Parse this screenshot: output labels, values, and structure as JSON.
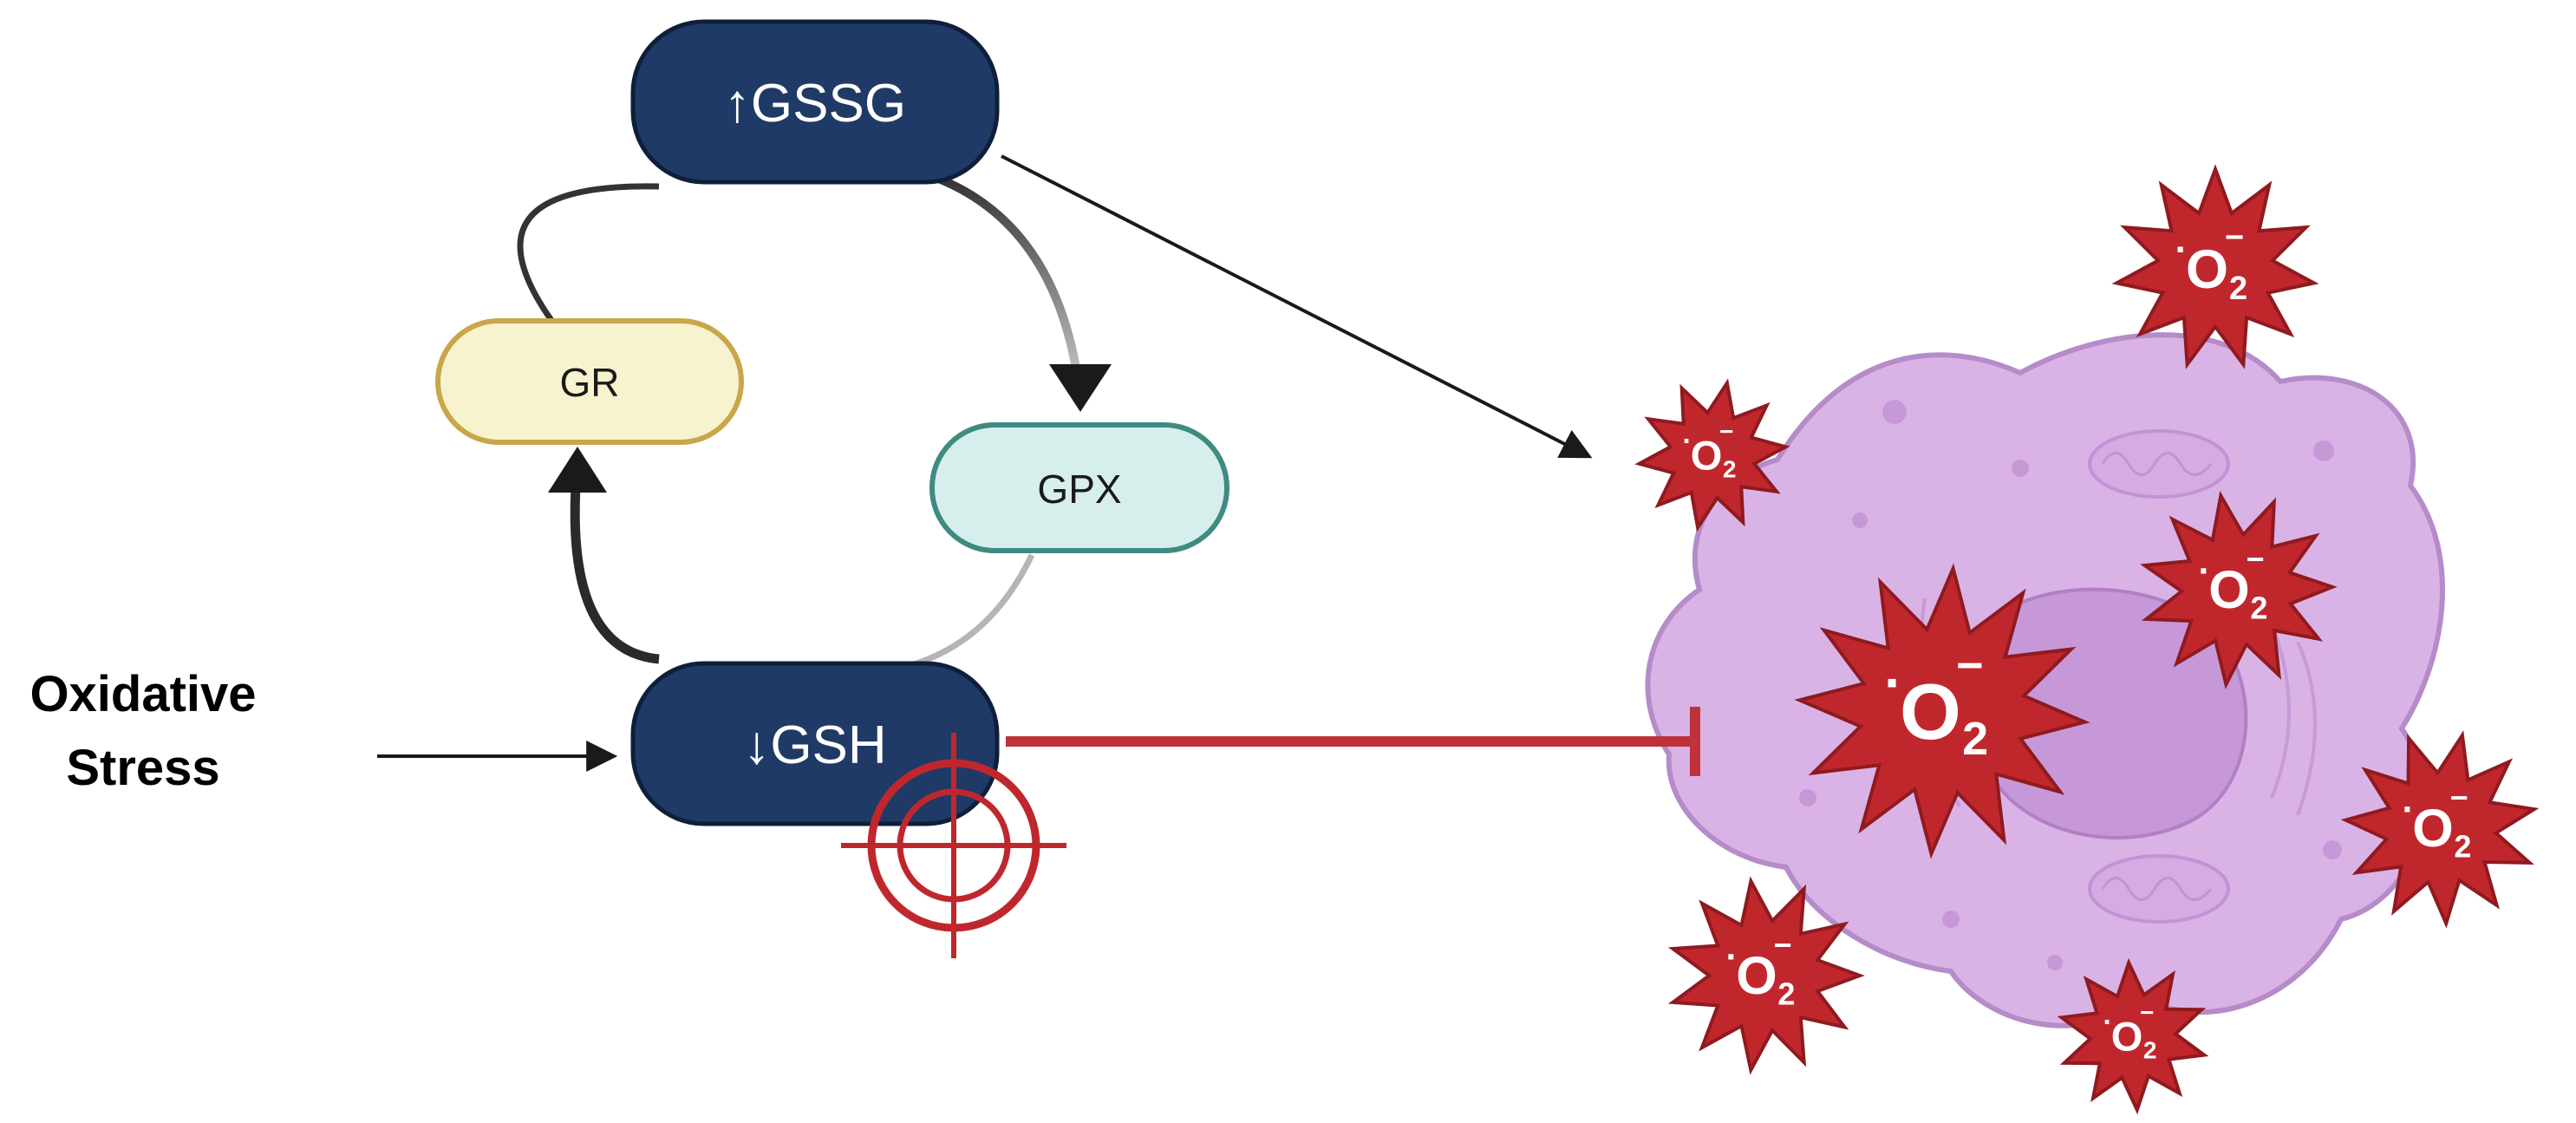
{
  "nodes": {
    "gssg": {
      "label": "↑GSSG",
      "fill": "#1f3a66"
    },
    "gsh": {
      "label": "↓GSH",
      "fill": "#1f3a66"
    },
    "gr": {
      "label": "GR",
      "fill": "#f7f3cf",
      "stroke": "#c9a64a"
    },
    "gpx": {
      "label": "GPX",
      "fill": "#d6eeec",
      "stroke": "#3f8b82"
    }
  },
  "input": {
    "line1": "Oxidative",
    "line2": "Stress"
  },
  "ros": {
    "symbol": "O",
    "subscript": "2",
    "charge": "−",
    "radical": "·",
    "fill": "#c0272d",
    "stroke": "#8f1a1f"
  },
  "colors": {
    "inhibition": "#c0323a",
    "target": "#c0272d",
    "cell_fill": "#dab3e6",
    "cell_stroke": "#b58bc9",
    "nucleus_fill": "#c698d8",
    "arrow": "#1a1a1a"
  },
  "icons": {
    "target": "crosshair-target-icon",
    "cell": "cell-icon",
    "ros": "superoxide-burst-icon"
  }
}
